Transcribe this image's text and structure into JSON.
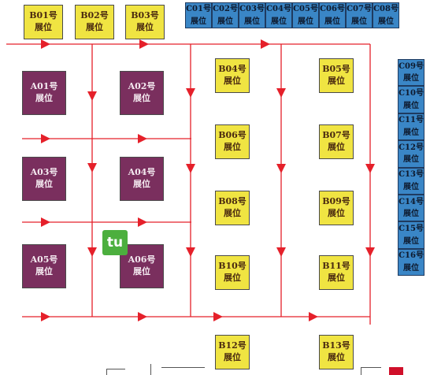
{
  "map": {
    "aisle_color": "#e5202a",
    "booth_suffix": "展位",
    "logo_text": "tu",
    "top_row_b": [
      {
        "code": "B01号",
        "label": "展位"
      },
      {
        "code": "B02号",
        "label": "展位"
      },
      {
        "code": "B03号",
        "label": "展位"
      }
    ],
    "top_row_c": [
      {
        "code": "C01号",
        "label": "展位"
      },
      {
        "code": "C02号",
        "label": "展位"
      },
      {
        "code": "C03号",
        "label": "展位"
      },
      {
        "code": "C04号",
        "label": "展位"
      },
      {
        "code": "C05号",
        "label": "展位"
      },
      {
        "code": "C06号",
        "label": "展位"
      },
      {
        "code": "C07号",
        "label": "展位"
      },
      {
        "code": "C08号",
        "label": "展位"
      }
    ],
    "right_column_c": [
      {
        "code": "C09号",
        "label": "展位"
      },
      {
        "code": "C10号",
        "label": "展位"
      },
      {
        "code": "C11号",
        "label": "展位"
      },
      {
        "code": "C12号",
        "label": "展位"
      },
      {
        "code": "C13号",
        "label": "展位"
      },
      {
        "code": "C14号",
        "label": "展位"
      },
      {
        "code": "C15号",
        "label": "展位"
      },
      {
        "code": "C16号",
        "label": "展位"
      }
    ],
    "a_booths": [
      {
        "code": "A01号",
        "label": "展位"
      },
      {
        "code": "A02号",
        "label": "展位"
      },
      {
        "code": "A03号",
        "label": "展位"
      },
      {
        "code": "A04号",
        "label": "展位"
      },
      {
        "code": "A05号",
        "label": "展位"
      },
      {
        "code": "A06号",
        "label": "展位"
      }
    ],
    "b_booths": [
      {
        "code": "B04号",
        "label": "展位"
      },
      {
        "code": "B05号",
        "label": "展位"
      },
      {
        "code": "B06号",
        "label": "展位"
      },
      {
        "code": "B07号",
        "label": "展位"
      },
      {
        "code": "B08号",
        "label": "展位"
      },
      {
        "code": "B09号",
        "label": "展位"
      },
      {
        "code": "B10号",
        "label": "展位"
      },
      {
        "code": "B11号",
        "label": "展位"
      },
      {
        "code": "B12号",
        "label": "展位"
      },
      {
        "code": "B13号",
        "label": "展位"
      }
    ]
  }
}
